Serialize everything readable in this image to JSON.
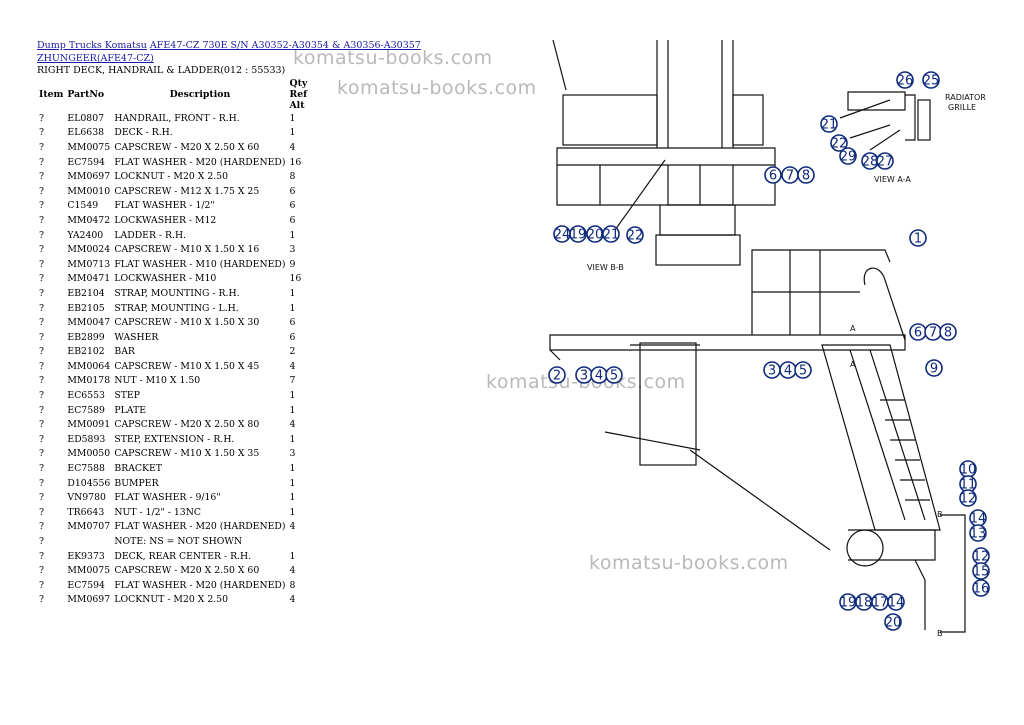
{
  "header": {
    "link1": "Dump Trucks Komatsu",
    "link2": "AFE47-CZ 730E S/N A30352-A30354 & A30356-A30357 ZHUNGEER(AFE47-CZ)",
    "subtitle": "RIGHT DECK, HANDRAIL & LADDER(012 : 55533)"
  },
  "columns": {
    "item": "Item",
    "partno": "PartNo",
    "description": "Description",
    "qty": "Qty",
    "ref": "Ref",
    "alt": "Alt"
  },
  "rows": [
    {
      "item": "?",
      "partno": "EL0807",
      "description": "HANDRAIL, FRONT - R.H.",
      "qty": "1"
    },
    {
      "item": "?",
      "partno": "EL6638",
      "description": "DECK - R.H.",
      "qty": "1"
    },
    {
      "item": "?",
      "partno": "MM0075",
      "description": "CAPSCREW - M20 X 2.50 X 60",
      "qty": "4"
    },
    {
      "item": "?",
      "partno": "EC7594",
      "description": "FLAT WASHER - M20 (HARDENED)",
      "qty": "16"
    },
    {
      "item": "?",
      "partno": "MM0697",
      "description": "LOCKNUT - M20 X 2.50",
      "qty": "8"
    },
    {
      "item": "?",
      "partno": "MM0010",
      "description": "CAPSCREW - M12 X 1.75 X 25",
      "qty": "6"
    },
    {
      "item": "?",
      "partno": "C1549",
      "description": "FLAT WASHER - 1/2\"",
      "qty": "6"
    },
    {
      "item": "?",
      "partno": "MM0472",
      "description": "LOCKWASHER - M12",
      "qty": "6"
    },
    {
      "item": "?",
      "partno": "YA2400",
      "description": "LADDER - R.H.",
      "qty": "1"
    },
    {
      "item": "?",
      "partno": "MM0024",
      "description": "CAPSCREW - M10 X 1.50 X 16",
      "qty": "3"
    },
    {
      "item": "?",
      "partno": "MM0713",
      "description": "FLAT WASHER - M10 (HARDENED)",
      "qty": "9"
    },
    {
      "item": "?",
      "partno": "MM0471",
      "description": "LOCKWASHER - M10",
      "qty": "16"
    },
    {
      "item": "?",
      "partno": "EB2104",
      "description": "STRAP, MOUNTING - R.H.",
      "qty": "1"
    },
    {
      "item": "?",
      "partno": "EB2105",
      "description": "STRAP, MOUNTING - L.H.",
      "qty": "1"
    },
    {
      "item": "?",
      "partno": "MM0047",
      "description": "CAPSCREW - M10 X 1.50 X 30",
      "qty": "6"
    },
    {
      "item": "?",
      "partno": "EB2899",
      "description": "WASHER",
      "qty": "6"
    },
    {
      "item": "?",
      "partno": "EB2102",
      "description": "BAR",
      "qty": "2"
    },
    {
      "item": "?",
      "partno": "MM0064",
      "description": "CAPSCREW - M10 X 1.50 X 45",
      "qty": "4"
    },
    {
      "item": "?",
      "partno": "MM0178",
      "description": "NUT - M10 X 1.50",
      "qty": "7"
    },
    {
      "item": "?",
      "partno": "EC6553",
      "description": "STEP",
      "qty": "1"
    },
    {
      "item": "?",
      "partno": "EC7589",
      "description": "PLATE",
      "qty": "1"
    },
    {
      "item": "?",
      "partno": "MM0091",
      "description": "CAPSCREW - M20 X 2.50 X 80",
      "qty": "4"
    },
    {
      "item": "?",
      "partno": "ED5893",
      "description": "STEP, EXTENSION - R.H.",
      "qty": "1"
    },
    {
      "item": "?",
      "partno": "MM0050",
      "description": "CAPSCREW - M10 X 1.50 X 35",
      "qty": "3"
    },
    {
      "item": "?",
      "partno": "EC7588",
      "description": "BRACKET",
      "qty": "1"
    },
    {
      "item": "?",
      "partno": "D104556",
      "description": "BUMPER",
      "qty": "1"
    },
    {
      "item": "?",
      "partno": "VN9780",
      "description": "FLAT WASHER - 9/16\"",
      "qty": "1"
    },
    {
      "item": "?",
      "partno": "TR6643",
      "description": "NUT - 1/2\" - 13NC",
      "qty": "1"
    },
    {
      "item": "?",
      "partno": "MM0707",
      "description": "FLAT WASHER - M20 (HARDENED)",
      "qty": "4"
    },
    {
      "item": "?",
      "partno": "",
      "description": "NOTE: NS = NOT SHOWN",
      "qty": ""
    },
    {
      "item": "?",
      "partno": "EK9373",
      "description": "DECK, REAR CENTER - R.H.",
      "qty": "1"
    },
    {
      "item": "?",
      "partno": "MM0075",
      "description": "CAPSCREW - M20 X 2.50 X 60",
      "qty": "4"
    },
    {
      "item": "?",
      "partno": "EC7594",
      "description": "FLAT WASHER - M20 (HARDENED)",
      "qty": "8"
    },
    {
      "item": "?",
      "partno": "MM0697",
      "description": "LOCKNUT - M20 X 2.50",
      "qty": "4"
    }
  ],
  "watermarks": [
    "komatsu-books.com",
    "komatsu-books.com",
    "komatsu-books.com",
    "komatsu-books.com"
  ],
  "diagram": {
    "view_bb": "VIEW B-B",
    "view_aa": "VIEW A-A",
    "radiator": "RADIATOR",
    "grille": "GRILLE",
    "section_a": "A",
    "section_b": "B",
    "callouts": [
      "26",
      "25",
      "21",
      "22",
      "29",
      "28",
      "27",
      "6",
      "7",
      "8",
      "24",
      "19",
      "20",
      "21",
      "22",
      "1",
      "6",
      "7",
      "8",
      "2",
      "3",
      "4",
      "5",
      "3",
      "4",
      "5",
      "9",
      "10",
      "11",
      "12",
      "14",
      "13",
      "12",
      "15",
      "16",
      "19",
      "18",
      "17",
      "14",
      "20"
    ]
  }
}
